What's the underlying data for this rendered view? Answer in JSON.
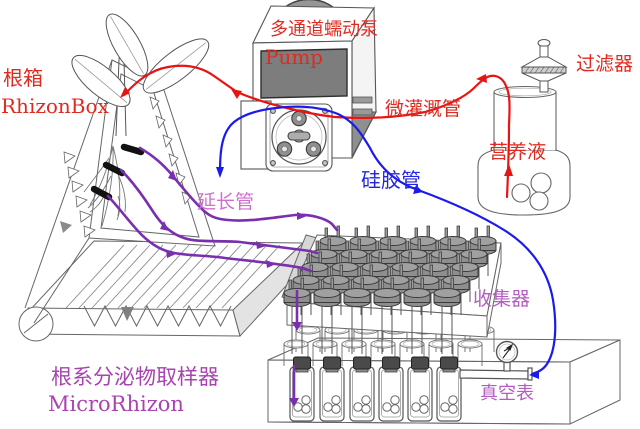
{
  "labels": {
    "root_box_cn": "根箱",
    "root_box_en": "RhizonBox",
    "pump_cn": "多通道蠕动泵",
    "pump_en": "Pump",
    "filter": "过滤器",
    "irrigation_tube": "微灌溉管",
    "nutrient_solution": "营养液",
    "silicone_tube": "硅胶管",
    "extension_tube": "延长管",
    "collector": "收集器",
    "vacuum_gauge": "真空表",
    "sampler_cn": "根系分泌物取样器",
    "sampler_en": "MicroRhizon"
  },
  "colors": {
    "red_label": "#e02a20",
    "blue_label": "#2525e0",
    "magenta_label": "#cf6ecf",
    "purple_label": "#b55cc2",
    "deep_purple_label": "#a843b0",
    "red_tube": "#e81414",
    "blue_tube": "#1a1aee",
    "purple_tube": "#7a2fae",
    "line_gray": "#666666",
    "cap_gray": "#8e8e8e"
  }
}
